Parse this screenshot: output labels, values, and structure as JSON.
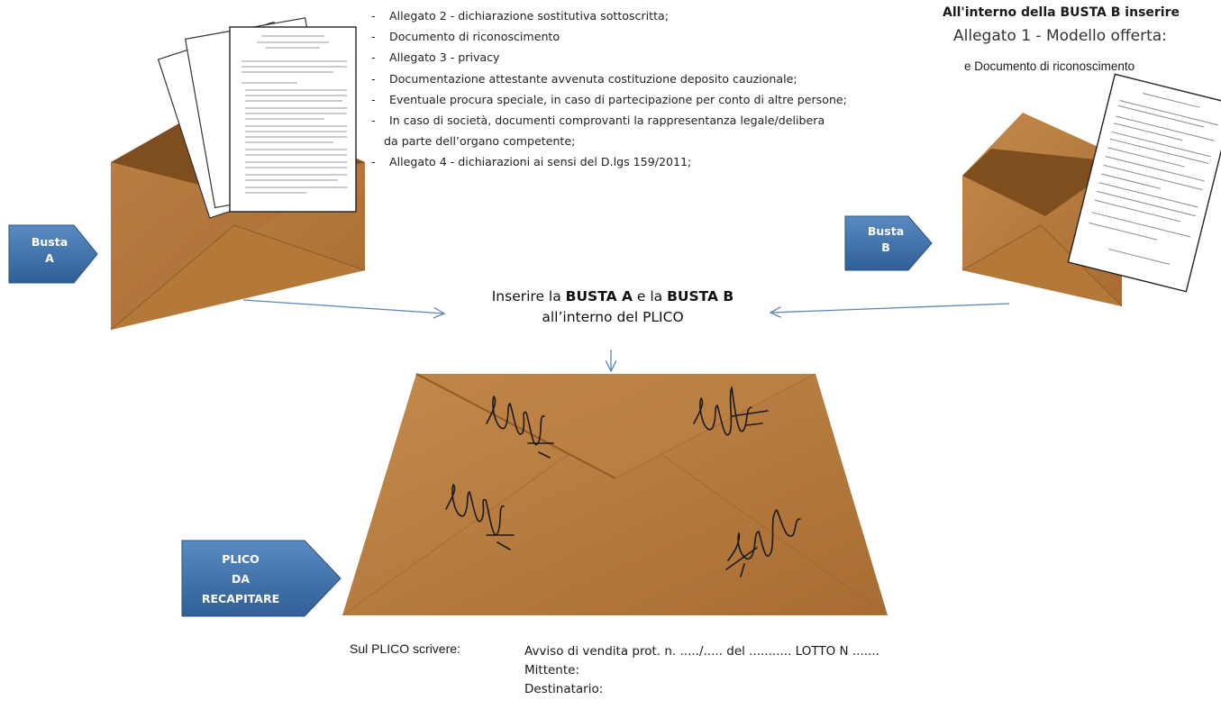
{
  "busta_a": {
    "label_line1": "Busta",
    "label_line2": "A",
    "contents": [
      "Allegato 2 - dichiarazione sostitutiva sottoscritta;",
      "Documento di riconoscimento",
      "Allegato 3 - privacy",
      "Documentazione attestante avvenuta costituzione deposito cauzionale;",
      "Eventuale procura speciale, in caso di partecipazione per conto di altre persone;",
      "In caso di società, documenti comprovanti la rappresentanza legale/delibera",
      "da parte dell’organo competente;",
      "Allegato 4 - dichiarazioni ai sensi del D.lgs 159/2011;"
    ]
  },
  "busta_b": {
    "label_line1": "Busta",
    "label_line2": "B",
    "heading": "All'interno della BUSTA B inserire",
    "line1": "Allegato 1 - Modello offerta:",
    "line2": "e Documento di riconoscimento"
  },
  "instruction": {
    "pre": "Inserire la ",
    "busta_a": "BUSTA A",
    "mid": " e la ",
    "busta_b": "BUSTA B",
    "line2": "all’interno del PLICO"
  },
  "plico": {
    "label_line1": "PLICO",
    "label_line2": "DA",
    "label_line3": "RECAPITARE",
    "instruction_label": "Sul PLICO scrivere:",
    "line1": "Avviso di vendita prot. n. ...../.....  del ........... LOTTO N .......",
    "line2": "Mittente:",
    "line3": "Destinatario:"
  },
  "colors": {
    "envelope": "#b87a3c",
    "envelope_dark": "#8f5a26",
    "envelope_light": "#c88d4e",
    "tag_blue": "#3d6fa8",
    "arrow": "#5b85b5"
  }
}
